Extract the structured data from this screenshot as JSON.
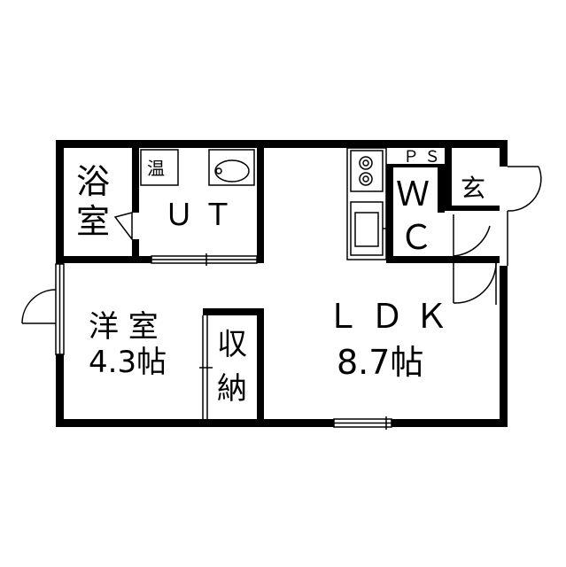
{
  "rooms": {
    "bath": {
      "line1": "浴",
      "line2": "室"
    },
    "heater": {
      "label": "温"
    },
    "utility": {
      "label": "ＵＴ"
    },
    "pipe_shaft": {
      "label": "ＰＳ"
    },
    "toilet": {
      "line1": "Ｗ",
      "line2": "Ｃ"
    },
    "entrance": {
      "label": "玄"
    },
    "western_room": {
      "name": "洋 室",
      "size": "4.3帖"
    },
    "storage": {
      "line1": "収",
      "line2": "納"
    },
    "ldk": {
      "name": "ＬＤＫ",
      "size": "8.7帖"
    }
  },
  "icons": [
    "sink-icon",
    "stove-icon",
    "washbasin-icon",
    "door-swing-icon",
    "window-icon"
  ]
}
